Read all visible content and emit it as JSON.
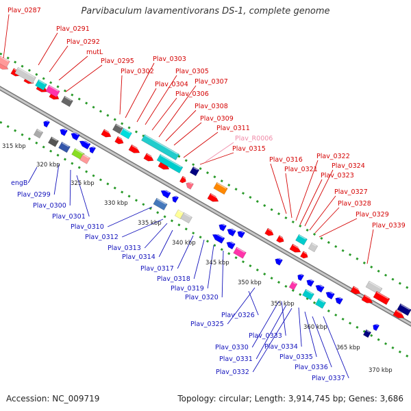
{
  "title": "Parvibaculum lavamentivorans DS-1, complete genome",
  "accession": "Accession: NC_009719",
  "topology": "Topology: circular; Length: 3,914,745 bp; Genes: 3,686",
  "colors": {
    "forward_label": "#d40000",
    "reverse_label": "#1010bb",
    "rna_label": "#f08aa8",
    "forward_cds": "#ff0000",
    "reverse_cds": "#0000ff",
    "backbone": "#999999",
    "ticks": "#2a9a2a"
  },
  "ruler_labels": [
    "315 kbp",
    "320 kbp",
    "325 kbp",
    "330 kbp",
    "335 kbp",
    "340 kbp",
    "345 kbp",
    "350 kbp",
    "355 kbp",
    "360 kbp",
    "365 kbp",
    "370 kbp"
  ],
  "forward_labels": [
    "Plav_0287",
    "Plav_0291",
    "Plav_0292",
    "mutL",
    "Plav_0295",
    "Plav_0302",
    "Plav_0303",
    "Plav_0304",
    "Plav_0305",
    "Plav_0306",
    "Plav_0307",
    "Plav_0308",
    "Plav_0309",
    "Plav_0311",
    "Plav_0315",
    "Plav_0316",
    "Plav_0321",
    "Plav_0322",
    "Plav_0323",
    "Plav_0324",
    "Plav_0327",
    "Plav_0328",
    "Plav_0329",
    "Plav_0339"
  ],
  "rna_labels": [
    "Plav_R0006"
  ],
  "reverse_labels": [
    "engB",
    "Plav_0299",
    "Plav_0300",
    "Plav_0301",
    "Plav_0310",
    "Plav_0312",
    "Plav_0313",
    "Plav_0314",
    "Plav_0317",
    "Plav_0318",
    "Plav_0319",
    "Plav_0320",
    "Plav_0325",
    "Plav_0326",
    "Plav_0330",
    "Plav_0331",
    "Plav_0332",
    "Plav_0333",
    "Plav_0334",
    "Plav_0335",
    "Plav_0336",
    "Plav_0337"
  ]
}
